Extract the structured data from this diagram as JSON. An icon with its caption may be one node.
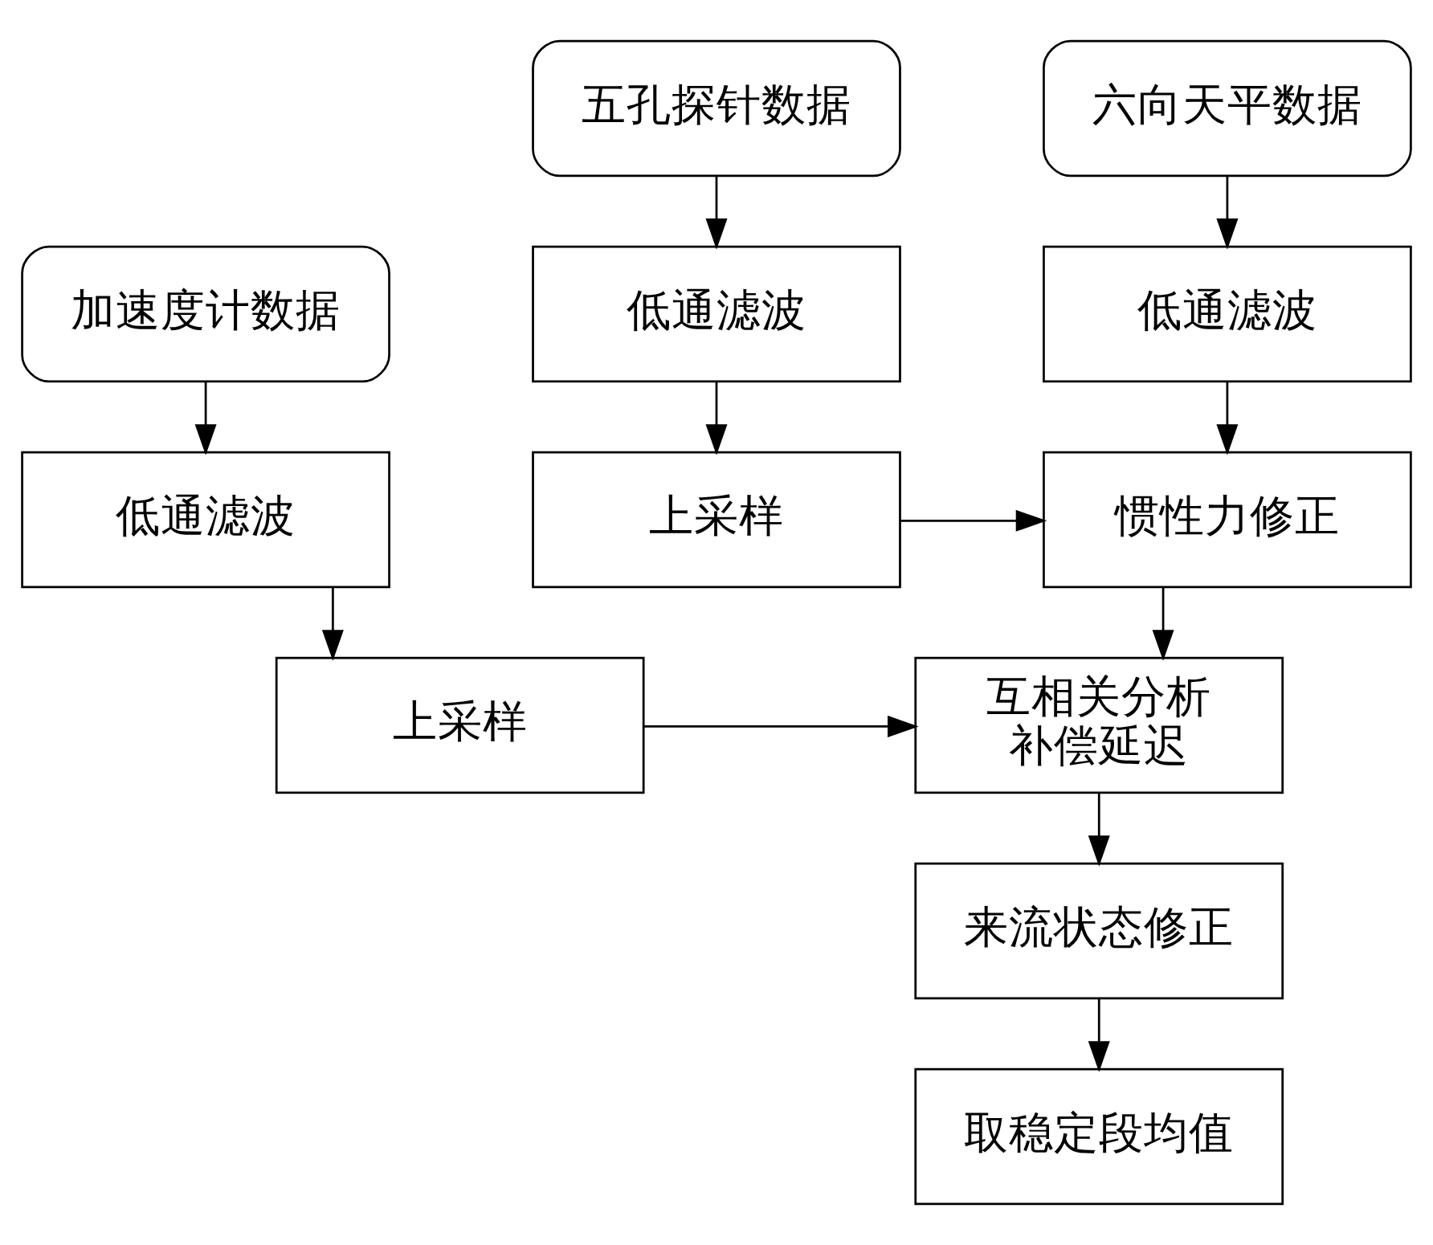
{
  "diagram": {
    "nodes": [
      {
        "text": [
          "六向天平数据"
        ]
      },
      {
        "text": [
          "五孔探针数据"
        ]
      },
      {
        "text": [
          "加速度计数据"
        ]
      },
      {
        "text": [
          "低通滤波"
        ]
      },
      {
        "text": [
          "低通滤波"
        ]
      },
      {
        "text": [
          "低通滤波"
        ]
      },
      {
        "text": [
          "惯性力修正"
        ]
      },
      {
        "text": [
          "上采样"
        ]
      },
      {
        "text": [
          "上采样"
        ]
      },
      {
        "text": [
          "互相关分析补偿延迟"
        ]
      },
      {
        "text": [
          "来流状态修正"
        ]
      },
      {
        "text": [
          "取稳定段均值"
        ]
      }
    ],
    "edges": [
      {
        "from": 0,
        "to": 3,
        "arrow": "to"
      },
      {
        "from": 1,
        "to": 4,
        "arrow": "to"
      },
      {
        "from": 2,
        "to": 5,
        "arrow": "to"
      },
      {
        "from": 3,
        "to": 6,
        "arrow": "to"
      },
      {
        "from": 4,
        "to": 7,
        "arrow": "to"
      },
      {
        "from": 5,
        "to": 8,
        "arrow": "to"
      },
      {
        "from": 7,
        "to": 6,
        "arrow": "to"
      },
      {
        "from": 6,
        "to": 9,
        "arrow": "to"
      },
      {
        "from": 8,
        "to": 9,
        "arrow": "to"
      },
      {
        "from": 9,
        "to": 10,
        "arrow": "to"
      },
      {
        "from": 10,
        "to": 11,
        "arrow": "to"
      }
    ]
  }
}
